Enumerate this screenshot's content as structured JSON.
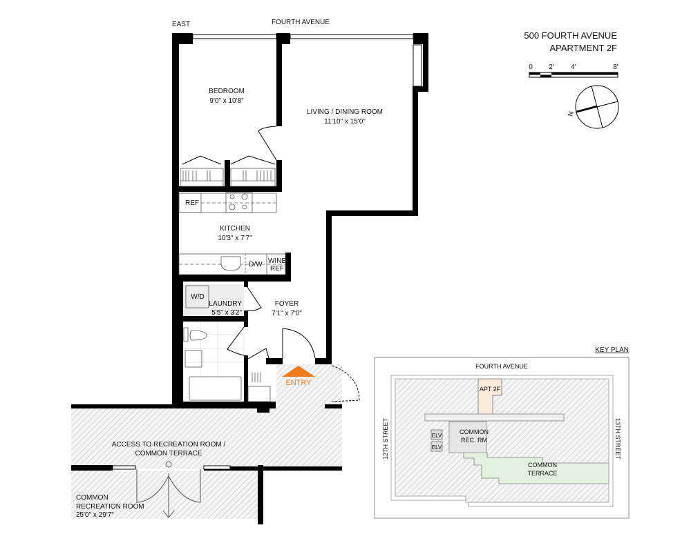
{
  "header": {
    "address": "500 FOURTH AVENUE",
    "unit": "APARTMENT 2F"
  },
  "scale_bar": {
    "ticks": [
      "0",
      "2'",
      "4'",
      "8'"
    ]
  },
  "compass": {
    "north_label": "N"
  },
  "streets": {
    "top": "FOURTH AVENUE",
    "corner": "EAST"
  },
  "rooms": {
    "bedroom": {
      "name": "BEDROOM",
      "dims": "9'0\" x 10'8\""
    },
    "living": {
      "name": "LIVING / DINING ROOM",
      "dims": "11'10\" x 15'0\""
    },
    "kitchen": {
      "name": "KITCHEN",
      "dims": "10'3\" x 7'7\""
    },
    "laundry": {
      "name": "LAUNDRY",
      "dims": "5'5\" x 3'2\""
    },
    "foyer": {
      "name": "FOYER",
      "dims": "7'1\" x 7'0\""
    },
    "access": {
      "line1": "ACCESS TO RECREATION ROOM /",
      "line2": "COMMON TERRACE"
    },
    "rec_room": {
      "line1": "COMMON",
      "line2": "RECREATION ROOM",
      "dims": "25'0\" x 29'7\""
    }
  },
  "fixtures": {
    "ref": "REF",
    "dw": "D/W",
    "wine1": "WINE",
    "wine2": "REF",
    "wd": "W/D"
  },
  "entry": {
    "label": "ENTRY",
    "color": "#f07a1e"
  },
  "key_plan": {
    "title": "KEY PLAN",
    "top_street": "FOURTH AVENUE",
    "left_street": "12TH STREET",
    "right_street": "13TH STREET",
    "apt": "APT 2F",
    "elv1": "ELV",
    "elv2": "ELV",
    "rec1": "COMMON",
    "rec2": "REC. RM",
    "terrace1": "COMMON",
    "terrace2": "TERRACE",
    "colors": {
      "apt": "#fbe9da",
      "terrace": "#e3f1de",
      "rec": "#e6e6e6"
    }
  }
}
